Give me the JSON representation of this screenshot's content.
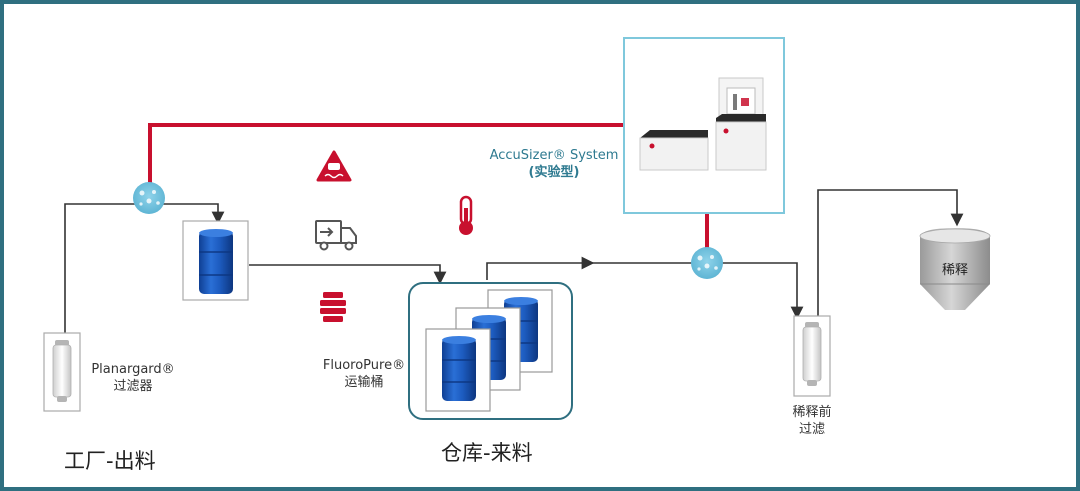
{
  "stages": {
    "factory_out": "工厂-出料",
    "warehouse_in": "仓库-来料"
  },
  "components": {
    "planargard_name": "Planargard®",
    "planargard_desc": "过滤器",
    "fluoropure_name": "FluoroPure®",
    "fluoropure_desc": "运输桶",
    "accusizer_name": "AccuSizer® System",
    "accusizer_desc": "(实验型)",
    "prefilter_line1": "稀释前",
    "prefilter_line2": "过滤",
    "dilution": "稀释"
  },
  "icons": {
    "sensor": "sensor-node-icon",
    "hazard": "slippery-road-warning-icon",
    "truck": "delivery-truck-icon",
    "thermometer": "thermometer-icon",
    "drum_stack": "stacked-drum-icon",
    "drum": "blue-drum-icon",
    "filter": "cartridge-filter-icon",
    "instrument": "particle-sizer-instrument-icon",
    "tank": "dilution-tank-icon"
  },
  "colors": {
    "border": "#2f6f80",
    "red_line": "#c8102e",
    "black_line": "#333333",
    "sensor_fill": "#6ec0dc",
    "drum_blue": "#1c56b8",
    "accusizer_text": "#2e7a90",
    "instrument_box": "#7fc8dc"
  }
}
